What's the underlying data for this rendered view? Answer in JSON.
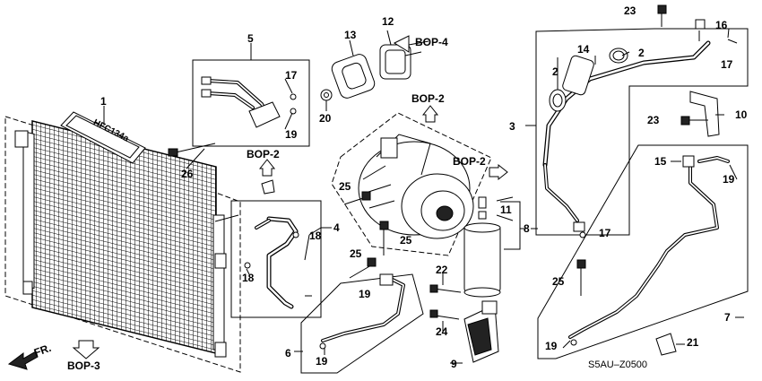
{
  "diagram_code": "S5AU–Z0500",
  "fr_label": "FR.",
  "label_text": "HFC134a",
  "bop_labels": {
    "bop4": "BOP-4",
    "bop2_top": "BOP-2",
    "bop2_mid": "BOP-2",
    "bop2_right": "BOP-2",
    "bop3": "BOP-3"
  },
  "callouts": {
    "c1": "1",
    "c2a": "2",
    "c2b": "2",
    "c3": "3",
    "c4": "4",
    "c5": "5",
    "c6": "6",
    "c7": "7",
    "c8": "8",
    "c9": "9",
    "c10": "10",
    "c11": "11",
    "c12": "12",
    "c13": "13",
    "c14": "14",
    "c15": "15",
    "c16": "16",
    "c17a": "17",
    "c17b": "17",
    "c17c": "17",
    "c18a": "18",
    "c18b": "18",
    "c19a": "19",
    "c19b": "19",
    "c19c": "19",
    "c19d": "19",
    "c19e": "19",
    "c20": "20",
    "c21": "21",
    "c22": "22",
    "c23a": "23",
    "c23b": "23",
    "c24": "24",
    "c25a": "25",
    "c25b": "25",
    "c25c": "25",
    "c25d": "25",
    "c26": "26"
  }
}
